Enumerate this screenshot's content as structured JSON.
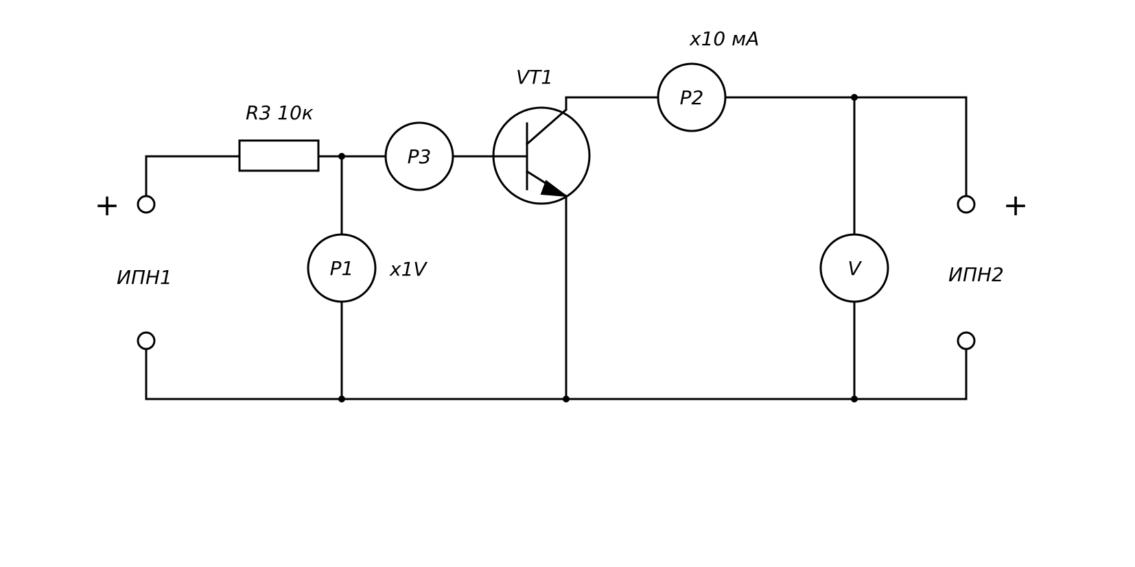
{
  "components": {
    "resistor": {
      "designator": "R3 10к"
    },
    "transistor": {
      "designator": "VT1"
    },
    "meter_p1": {
      "label": "P1",
      "note": "x1V"
    },
    "meter_p2": {
      "label": "P2",
      "note": "x10 мА"
    },
    "meter_p3": {
      "label": "P3"
    },
    "voltmeter": {
      "label": "V"
    }
  },
  "sources": {
    "left": {
      "name": "ИПН1",
      "plus": "+"
    },
    "right": {
      "name": "ИПН2",
      "plus": "+"
    }
  }
}
